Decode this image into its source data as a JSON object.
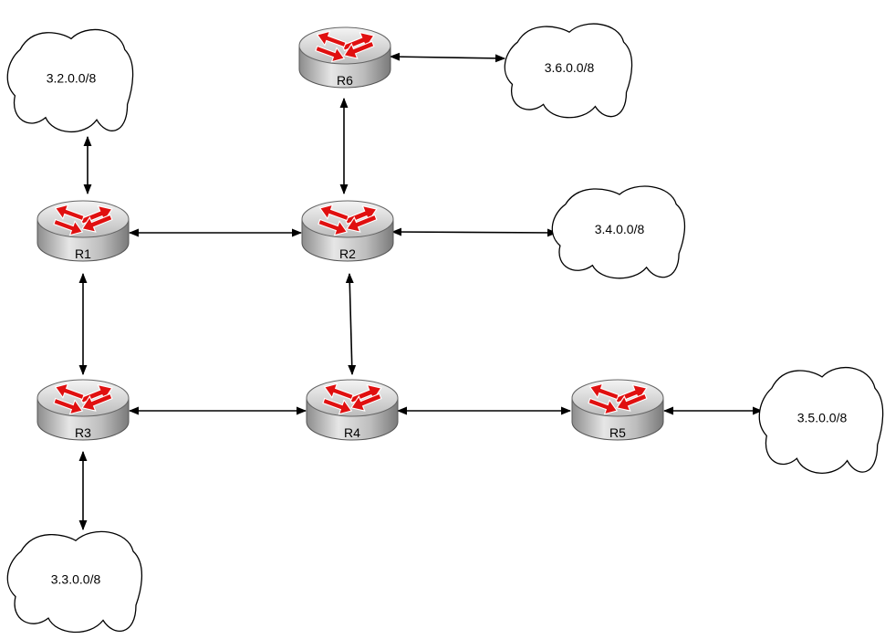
{
  "diagram": {
    "routers": [
      {
        "id": "R1",
        "label": "R1"
      },
      {
        "id": "R2",
        "label": "R2"
      },
      {
        "id": "R3",
        "label": "R3"
      },
      {
        "id": "R4",
        "label": "R4"
      },
      {
        "id": "R5",
        "label": "R5"
      },
      {
        "id": "R6",
        "label": "R6"
      }
    ],
    "networks": [
      {
        "id": "net-3-2",
        "label": "3.2.0.0/8"
      },
      {
        "id": "net-3-3",
        "label": "3.3.0.0/8"
      },
      {
        "id": "net-3-4",
        "label": "3.4.0.0/8"
      },
      {
        "id": "net-3-5",
        "label": "3.5.0.0/8"
      },
      {
        "id": "net-3-6",
        "label": "3.6.0.0/8"
      }
    ],
    "links": [
      [
        "R1",
        "R2"
      ],
      [
        "R1",
        "R3"
      ],
      [
        "R1",
        "net-3-2"
      ],
      [
        "R2",
        "R6"
      ],
      [
        "R2",
        "R4"
      ],
      [
        "R2",
        "net-3-4"
      ],
      [
        "R3",
        "R4"
      ],
      [
        "R3",
        "net-3-3"
      ],
      [
        "R4",
        "R5"
      ],
      [
        "R5",
        "net-3-5"
      ],
      [
        "R6",
        "net-3-6"
      ]
    ],
    "colors": {
      "router_body": "#c8c8c8",
      "router_arrow": "#e01010",
      "line": "#000000"
    }
  }
}
